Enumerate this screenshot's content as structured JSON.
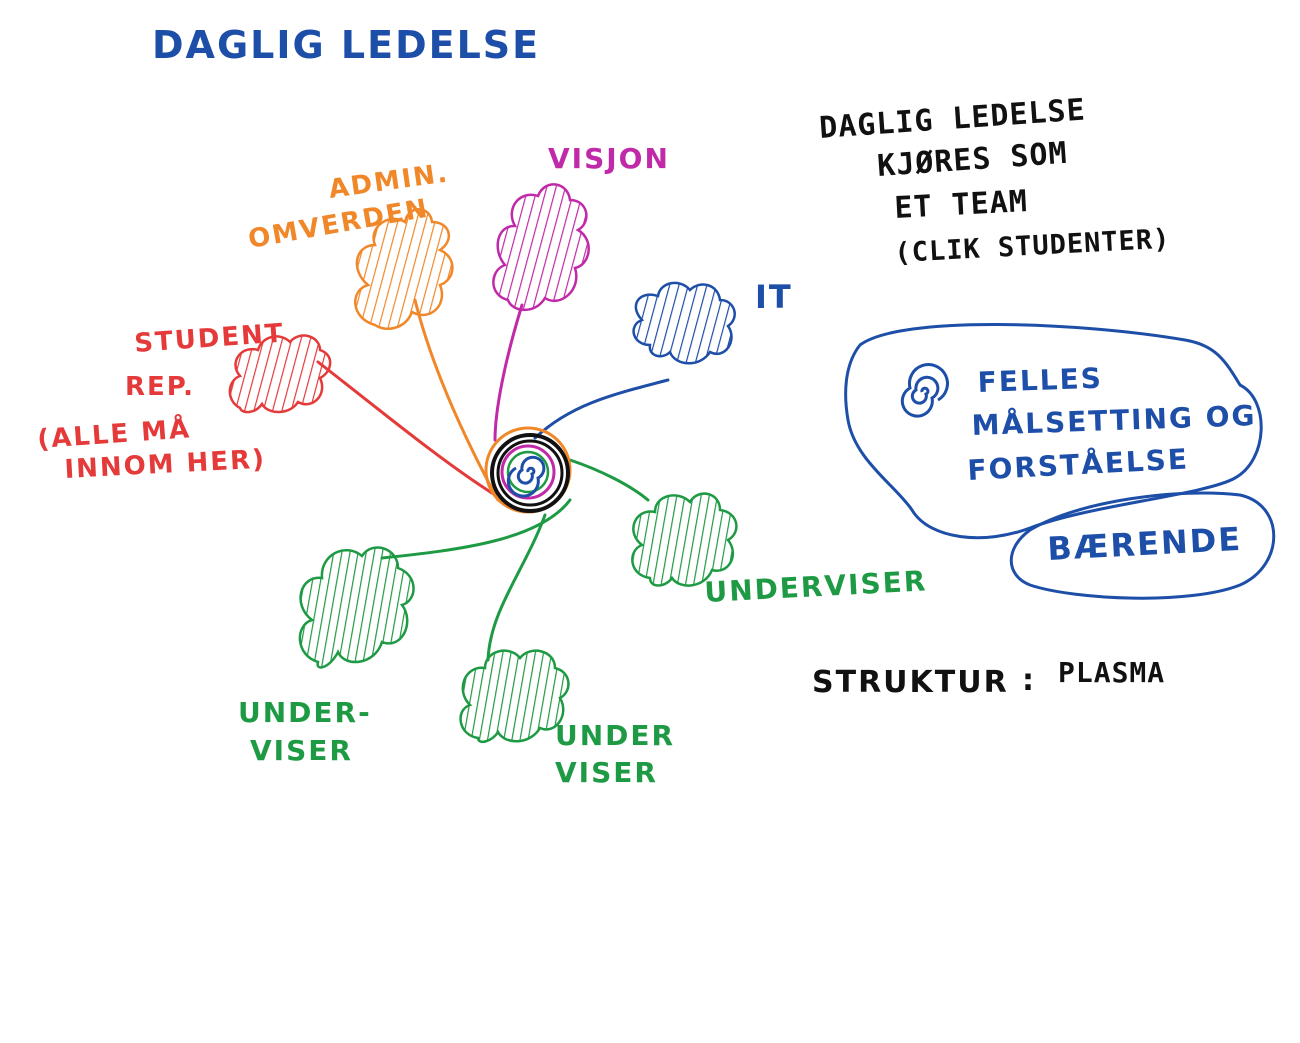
{
  "title": "DAGLIG LEDELSE",
  "colors": {
    "blue": "#1d4ea8",
    "orange": "#f0882a",
    "magenta": "#c02aa8",
    "red": "#e53a3a",
    "green": "#1f9a44",
    "black": "#111111"
  },
  "nodes": {
    "visjon": {
      "label": "VISJON"
    },
    "admin": {
      "line1": "ADMIN.",
      "line2": "OMVERDEN"
    },
    "it": {
      "label": "IT"
    },
    "student": {
      "line1": "STUDENT",
      "line2": "REP.",
      "line3": "(ALLE MÅ",
      "line4": "INNOM HER)"
    },
    "underviser_right": {
      "label": "UNDERVISER"
    },
    "underviser_bottom": {
      "line1": "UNDER",
      "line2": "VISER"
    },
    "underviser_left": {
      "line1": "UNDER-",
      "line2": "VISER"
    }
  },
  "notes": {
    "team": {
      "line1": "DAGLIG LEDELSE",
      "line2": "KJØRES SOM",
      "line3": "ET TEAM",
      "line4": "(CLIK STUDENTER)"
    },
    "felles": {
      "line1": "FELLES",
      "line2": "MÅLSETTING OG",
      "line3": "FORSTÅELSE"
    },
    "baerende": "BÆRENDE",
    "struktur": {
      "label": "STRUKTUR",
      "colon": ":",
      "value": "PLASMA"
    }
  }
}
